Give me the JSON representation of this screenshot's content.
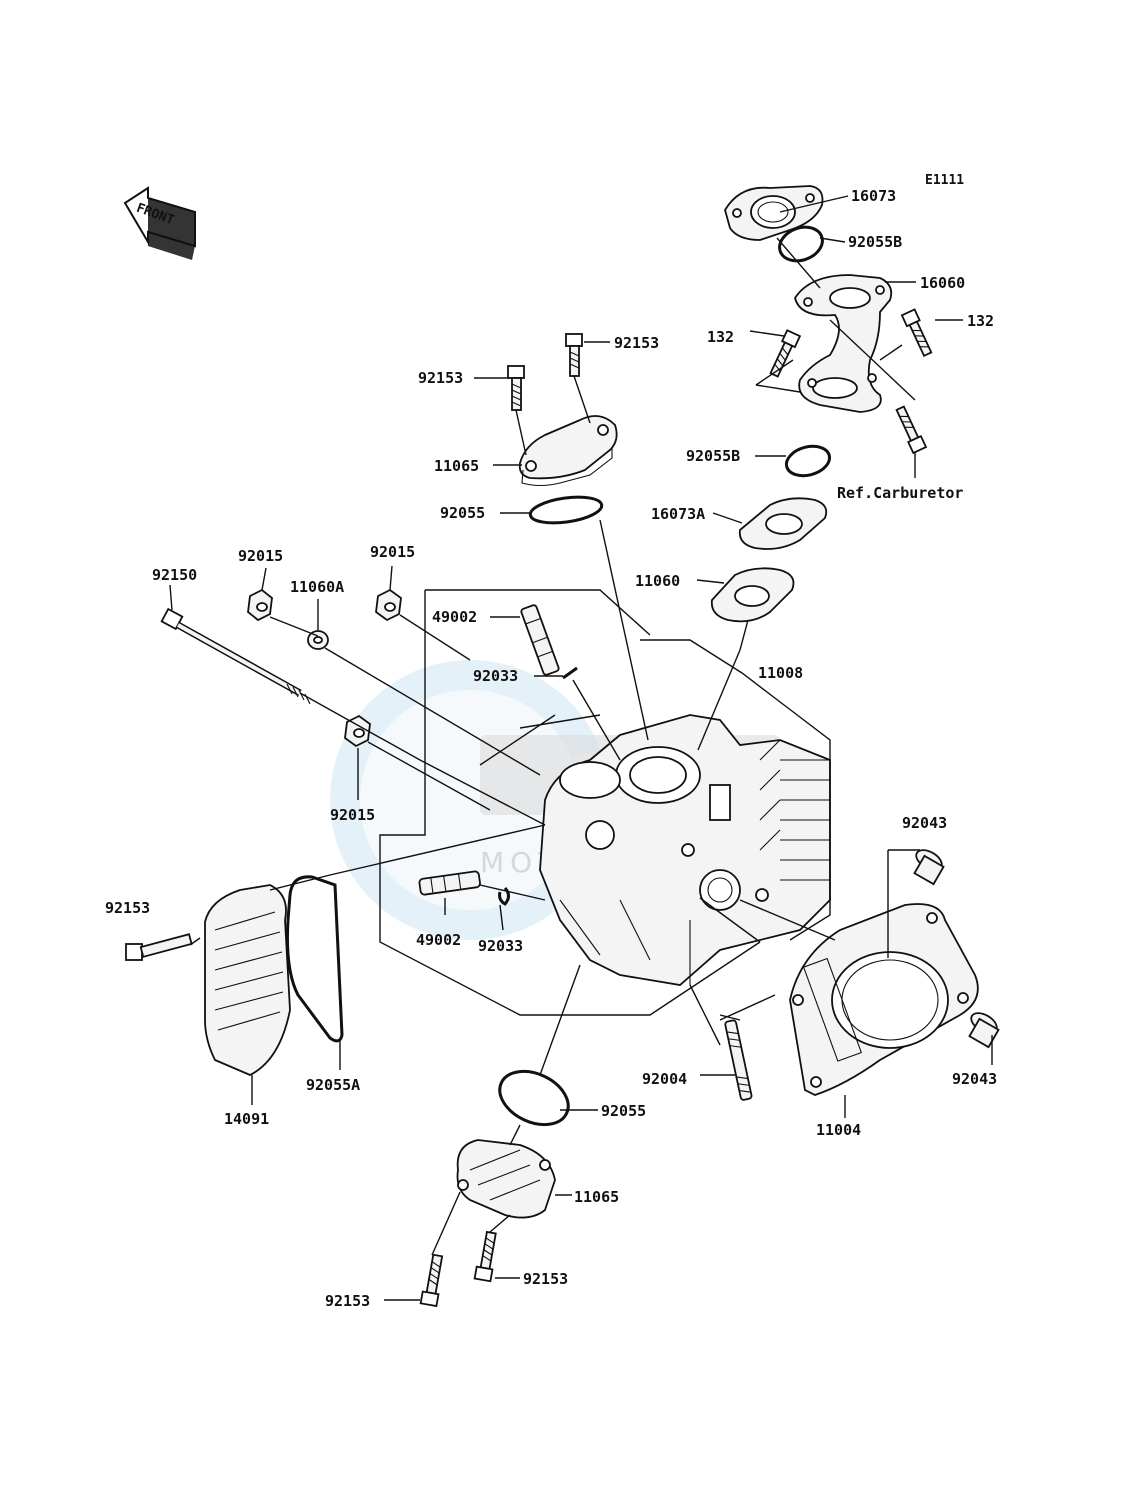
{
  "diagram": {
    "code": "E1111",
    "front_label": "FRONT",
    "watermark": {
      "brand": "CMS",
      "sub": "MOTORPARTS"
    },
    "callouts": {
      "p16073": "16073",
      "p92055B_top": "92055B",
      "p16060": "16060",
      "p132_left": "132",
      "p132_right": "132",
      "p92055B_mid": "92055B",
      "ref_carburetor": "Ref.Carburetor",
      "p16073A": "16073A",
      "p11060": "11060",
      "p92153_a": "92153",
      "p92153_b": "92153",
      "p11065_top": "11065",
      "p92055_top": "92055",
      "p92150": "92150",
      "p92015_a": "92015",
      "p11060A": "11060A",
      "p92015_b": "92015",
      "p49002_top": "49002",
      "p92033_top": "92033",
      "p11008": "11008",
      "p92015_c": "92015",
      "p92043_top": "92043",
      "p92153_c": "92153",
      "p49002_bot": "49002",
      "p92033_bot": "92033",
      "p14091": "14091",
      "p92055A": "92055A",
      "p92004": "92004",
      "p92043_bot": "92043",
      "p11004": "11004",
      "p92055_bot": "92055",
      "p11065_bot": "11065",
      "p92153_d": "92153",
      "p92153_e": "92153"
    }
  }
}
